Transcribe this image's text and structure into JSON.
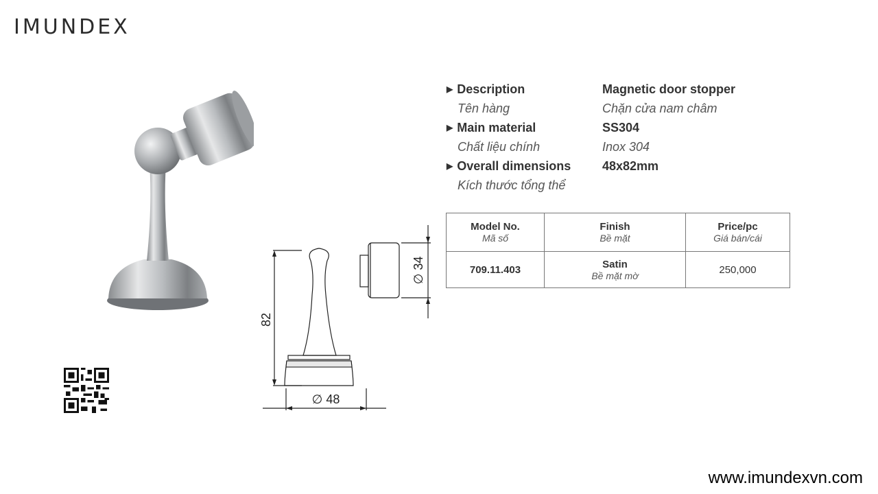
{
  "brand": {
    "logo_text": "IMUNDEX"
  },
  "specs": [
    {
      "label": "Description",
      "value": "Magnetic door stopper"
    },
    {
      "label": "Tên hàng",
      "value": "Chặn cửa nam châm"
    },
    {
      "label": "Main material",
      "value": "SS304"
    },
    {
      "label": "Chất liệu chính",
      "value": "Inox 304"
    },
    {
      "label": "Overall dimensions",
      "value": "48x82mm"
    },
    {
      "label": "Kích thước tổng thể",
      "value": ""
    }
  ],
  "price_table": {
    "headers": [
      {
        "en": "Model No.",
        "vi": "Mã số"
      },
      {
        "en": "Finish",
        "vi": "Bề mặt"
      },
      {
        "en": "Price/pc",
        "vi": "Giá bán/cái"
      }
    ],
    "rows": [
      {
        "model": "709.11.403",
        "finish_en": "Satin",
        "finish_vi": "Bề mặt mờ",
        "price": "250,000"
      }
    ]
  },
  "drawing": {
    "height_label": "82",
    "base_diameter_label": "∅ 48",
    "head_diameter_label": "∅ 34"
  },
  "footer": {
    "website": "www.imundexvn.com"
  },
  "icons": {
    "qr": "qr-code-icon",
    "bullet": "triangle-right-icon"
  }
}
